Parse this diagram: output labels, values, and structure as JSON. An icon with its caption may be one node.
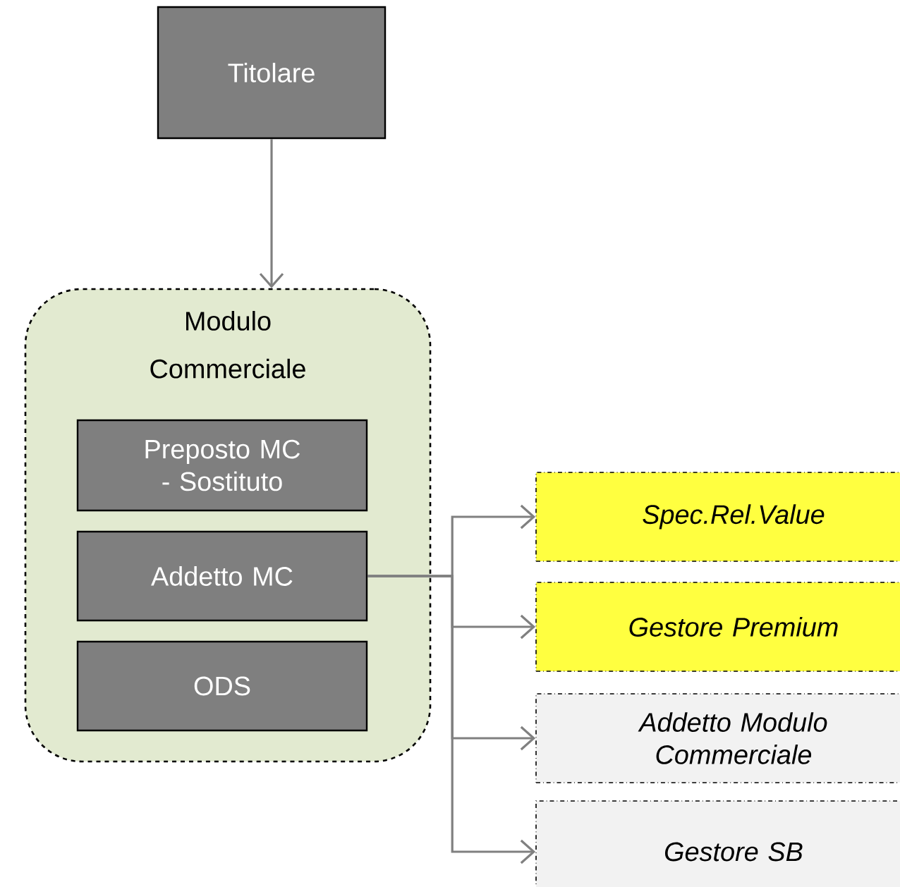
{
  "diagram": {
    "nodes": [
      {
        "text": [
          "Titolare"
        ]
      },
      {
        "text": [
          "Modulo Commerciale"
        ]
      },
      {
        "text": [
          "Preposto MC - Sostituto"
        ],
        "in": 1
      },
      {
        "text": [
          "Addetto MC"
        ],
        "in": 1
      },
      {
        "text": [
          "ODS"
        ],
        "in": 1
      },
      {
        "text": [
          "Spec.Rel.Value"
        ]
      },
      {
        "text": [
          "Gestore Premium"
        ]
      },
      {
        "text": [
          "Addetto Modulo Commerciale"
        ]
      },
      {
        "text": [
          "Gestore SB"
        ]
      }
    ],
    "edges": [
      {
        "from": 0,
        "to": 1,
        "arrow": "to"
      },
      {
        "from": 3,
        "to": 5,
        "arrow": "to"
      },
      {
        "from": 3,
        "to": 6,
        "arrow": "to"
      },
      {
        "from": 3,
        "to": 7,
        "arrow": "to"
      },
      {
        "from": 3,
        "to": 8,
        "arrow": "to"
      }
    ]
  }
}
